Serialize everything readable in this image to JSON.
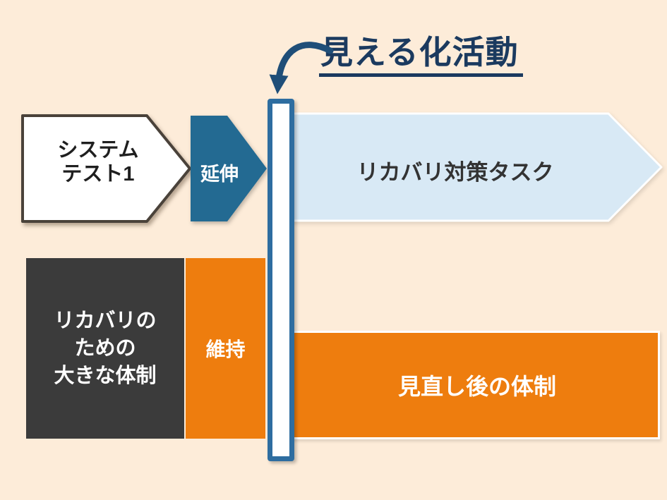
{
  "title": {
    "label": "見える化活動"
  },
  "diagram": {
    "system_test": {
      "label": "システム\nテスト1"
    },
    "extension": {
      "label": "延伸"
    },
    "recovery_task": {
      "label": "リカバリ対策タスク"
    },
    "recovery_org": {
      "label": "リカバリの\nための\n大きな体制"
    },
    "maintain": {
      "label": "維持"
    },
    "revised_org": {
      "label": "見直し後の体制"
    }
  },
  "colors": {
    "background": "#fdecd9",
    "navy_title": "#1b3a5f",
    "curved_arrow": "#1f4e78",
    "bar_border": "#2e6da0",
    "extension_blue": "#236a92",
    "task_light_blue": "#d8e9f5",
    "orange": "#ee7d0e",
    "dark_box": "#3b3b3b",
    "white": "#ffffff"
  }
}
